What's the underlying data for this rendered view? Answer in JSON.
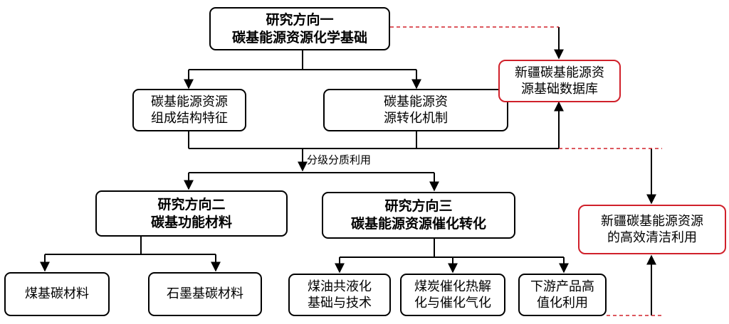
{
  "nodes": {
    "top": [
      "研究方向一",
      "碳基能源资源化学基础"
    ],
    "composition": [
      "碳基能源资源",
      "组成结构特征"
    ],
    "mechanism": [
      "碳基能源资",
      "源转化机制"
    ],
    "direction2": [
      "研究方向二",
      "碳基功能材料"
    ],
    "direction3": [
      "研究方向三",
      "碳基能源资源催化转化"
    ],
    "coal_carbon": [
      "煤基碳材料"
    ],
    "graphite_carbon": [
      "石墨基碳材料"
    ],
    "coal_oil": [
      "煤油共液化",
      "基础与技术"
    ],
    "coal_catalysis": [
      "煤炭催化热解",
      "化与催化气化"
    ],
    "downstream": [
      "下游产品高",
      "值化利用"
    ],
    "database": [
      "新疆碳基能源资",
      "源基础数据库"
    ],
    "clean_use": [
      "新疆碳基能源资源",
      "的高效清洁利用"
    ]
  },
  "edge_labels": {
    "graded": "分级分质利用"
  },
  "colors": {
    "line": "#000000",
    "accent_red": "#d0202a"
  }
}
